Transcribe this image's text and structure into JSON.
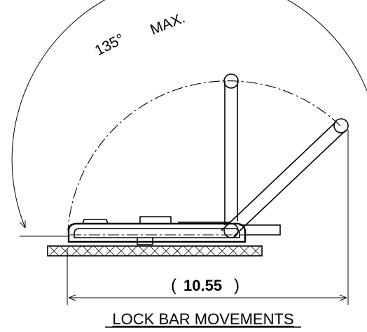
{
  "diagram": {
    "angle_label": "135°",
    "angle_suffix": "MAX.",
    "dimension_open": "(",
    "dimension_value": "10.55",
    "dimension_close": ")",
    "caption": "LOCK BAR MOVEMENTS"
  }
}
